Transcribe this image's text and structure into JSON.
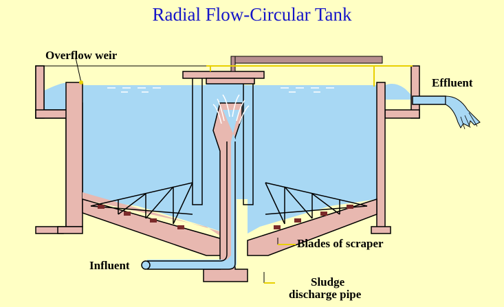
{
  "title": "Radial Flow-Circular Tank",
  "labels": {
    "overflow_weir": "Overflow weir",
    "effluent": "Effluent",
    "blades_of_scraper": "Blades of scraper",
    "influent": "Influent",
    "sludge_line1": "Sludge",
    "sludge_line2": "discharge pipe"
  },
  "colors": {
    "background": "#ffffc4",
    "title": "#1414c8",
    "water": "#a8d8f4",
    "concrete": "#e8b8b0",
    "outline": "#000000",
    "leader": "#e8d000",
    "blade": "#7a2a2a"
  }
}
